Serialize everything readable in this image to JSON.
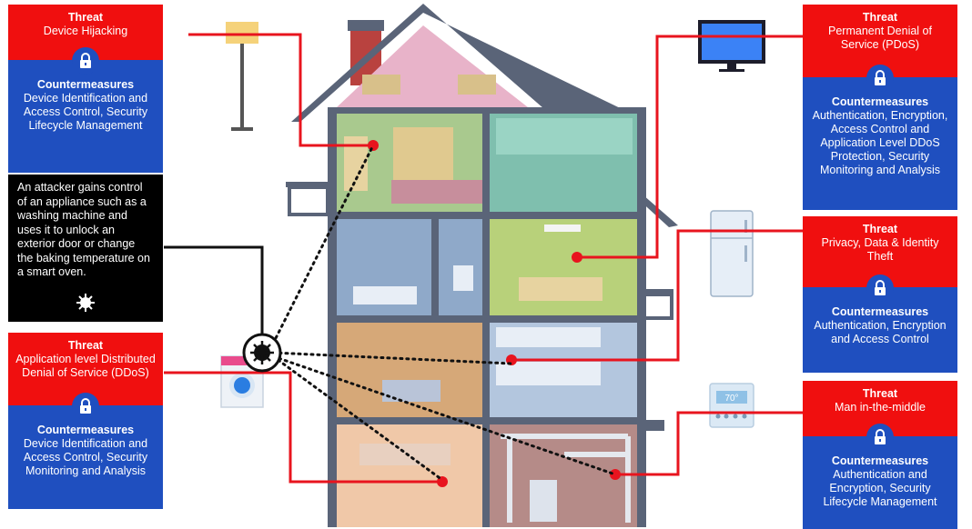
{
  "labels": {
    "threat": "Threat",
    "countermeasures": "Countermeasures"
  },
  "cards": {
    "hijacking": {
      "threat": "Device Hijacking",
      "countermeasures": "Device Identification and Access Control, Security Lifecycle Management"
    },
    "ddos": {
      "threat": "Application level Distributed Denial of Service (DDoS)",
      "countermeasures": "Device Identification and Access Control, Security Monitoring and Analysis"
    },
    "pdos": {
      "threat": "Permanent Denial of Service (PDoS)",
      "countermeasures": "Authentication, Encryption, Access Control and Application Level DDoS Protection, Security Monitoring and Analysis"
    },
    "privacy": {
      "threat": "Privacy, Data & Identity Theft",
      "countermeasures": "Authentication, Encryption and Access Control"
    },
    "mitm": {
      "threat": "Man in-the-middle",
      "countermeasures": "Authentication and Encryption, Security Lifecycle Management"
    }
  },
  "attacker_story": "An attacker gains control of an appliance such as a washing machine and uses it to unlock an exterior door or change the baking temperature on a smart oven.",
  "thermostat_reading": "70°",
  "colors": {
    "threat_red": "#f00f0f",
    "countermeasure_blue": "#1f4fbf",
    "house_frame": "#5a6478",
    "attack_line": "#e8141e"
  },
  "icons": [
    "lock-icon",
    "virus-icon",
    "floor-lamp-icon",
    "tv-icon",
    "fridge-icon",
    "thermostat-icon",
    "washing-machine-icon"
  ]
}
